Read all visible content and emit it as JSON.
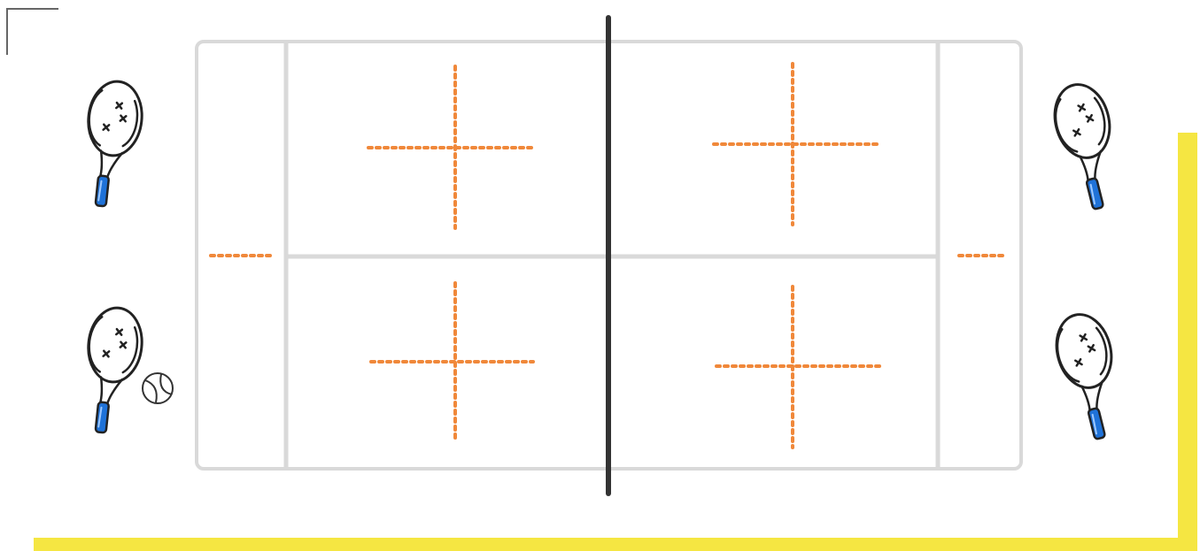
{
  "colors": {
    "background": "#ffffff",
    "court_line": "#d9d9d9",
    "net": "#333333",
    "marker": "#f0883a",
    "accent_frame": "#f5e642",
    "corner_mark": "#666666",
    "racket_outline": "#222222",
    "racket_grip": "#1f72d8",
    "ball_outline": "#333333"
  },
  "court": {
    "sections": [
      "left-doubles-alley",
      "left-service-box-top",
      "left-service-box-bottom",
      "right-service-box-top",
      "right-service-box-bottom",
      "right-doubles-alley"
    ]
  },
  "icons": {
    "player_racket": "tennis-racket-icon",
    "ball": "tennis-ball-icon",
    "position_marker": "dashed-cross-marker"
  },
  "players": {
    "left": [
      "racket-left-top",
      "racket-left-bottom"
    ],
    "right": [
      "racket-right-top",
      "racket-right-bottom"
    ],
    "ball_holder": "racket-left-bottom"
  }
}
